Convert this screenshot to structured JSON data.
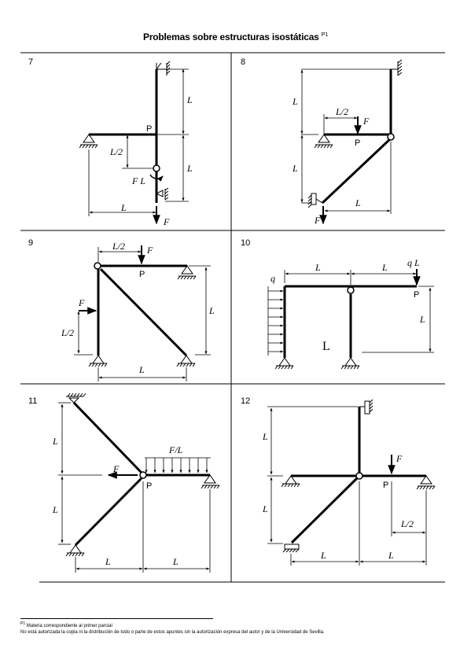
{
  "title": "Problemas sobre estructuras isostáticas",
  "title_sup": "P1",
  "labels": {
    "L": "L",
    "L2": "L/2",
    "F": "F",
    "P": "P",
    "FL": "F L",
    "q": "q",
    "qL": "q L",
    "FoverL": "F/L"
  },
  "problems": [
    {
      "id": "7"
    },
    {
      "id": "8"
    },
    {
      "id": "9"
    },
    {
      "id": "10"
    },
    {
      "id": "11"
    },
    {
      "id": "12"
    }
  ],
  "footnote": {
    "sup": "P1",
    "line1": "Materia correspondiente al primer parcial",
    "line2": "No está autorizada la copia ni la distribución de todo o parte de estos apuntes sin la autorización expresa del autor y de la Universidad de Sevilla."
  }
}
